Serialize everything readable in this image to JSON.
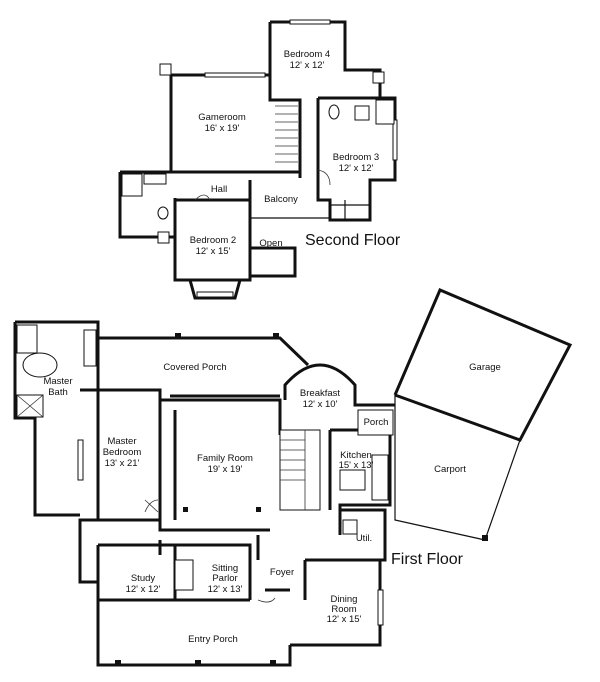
{
  "second_floor": {
    "title": "Second Floor",
    "rooms": {
      "bedroom4": {
        "name": "Bedroom 4",
        "size": "12' x 12'"
      },
      "gameroom": {
        "name": "Gameroom",
        "size": "16' x 19'"
      },
      "bedroom3": {
        "name": "Bedroom 3",
        "size": "12' x 12'"
      },
      "hall": {
        "name": "Hall"
      },
      "balcony": {
        "name": "Balcony"
      },
      "bedroom2": {
        "name": "Bedroom 2",
        "size": "12' x 15'"
      },
      "open": {
        "name": "Open"
      }
    }
  },
  "first_floor": {
    "title": "First Floor",
    "rooms": {
      "covered_porch": {
        "name": "Covered Porch"
      },
      "master_bath": {
        "name": "Master",
        "name2": "Bath"
      },
      "master_bedroom": {
        "name": "Master",
        "name2": "Bedroom",
        "size": "13' x 21'"
      },
      "breakfast": {
        "name": "Breakfast",
        "size": "12' x 10'"
      },
      "porch": {
        "name": "Porch"
      },
      "garage": {
        "name": "Garage"
      },
      "family_room": {
        "name": "Family Room",
        "size": "19' x 19'"
      },
      "kitchen": {
        "name": "Kitchen",
        "size": "15' x 13'"
      },
      "carport": {
        "name": "Carport"
      },
      "util": {
        "name": "Util."
      },
      "study": {
        "name": "Study",
        "size": "12' x 12'"
      },
      "sitting_parlor": {
        "name": "Sitting",
        "name2": "Parlor",
        "size": "12' x 13'"
      },
      "foyer": {
        "name": "Foyer"
      },
      "dining_room": {
        "name": "Dining",
        "name2": "Room",
        "size": "12' x 15'"
      },
      "entry_porch": {
        "name": "Entry Porch"
      }
    }
  }
}
